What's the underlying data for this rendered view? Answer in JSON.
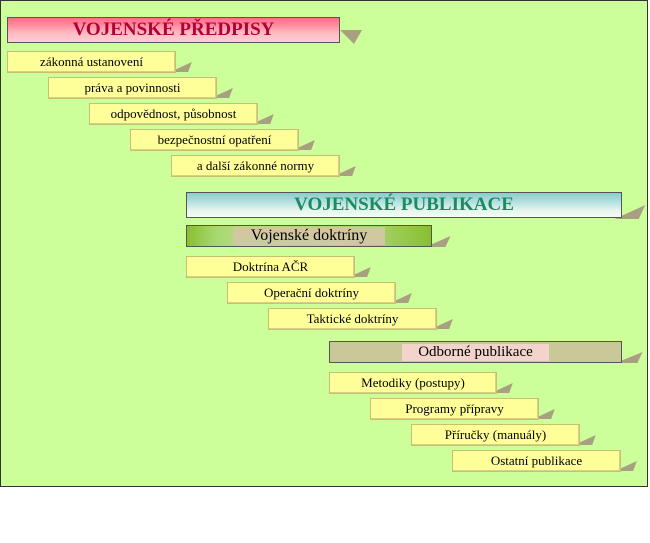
{
  "diagram": {
    "background_color": "#ccff99",
    "sections": [
      {
        "title": "VOJENSKÉ PŘEDPISY",
        "color": "#b0003a",
        "items": [
          "zákonná ustanovení",
          "práva a povinnosti",
          "odpovědnost, působnost",
          "bezpečnostní opatření",
          "a další zákonné normy"
        ]
      },
      {
        "title": "VOJENSKÉ PUBLIKACE",
        "color": "#1e8a60",
        "subsections": [
          {
            "title": "Vojenské doktríny",
            "items": [
              "Doktrína AČR",
              "Operační doktríny",
              "Taktické doktríny"
            ]
          },
          {
            "title": "Odborné publikace",
            "items": [
              "Metodiky (postupy)",
              "Programy přípravy",
              "Příručky (manuály)",
              "Ostatní publikace"
            ]
          }
        ]
      }
    ]
  }
}
